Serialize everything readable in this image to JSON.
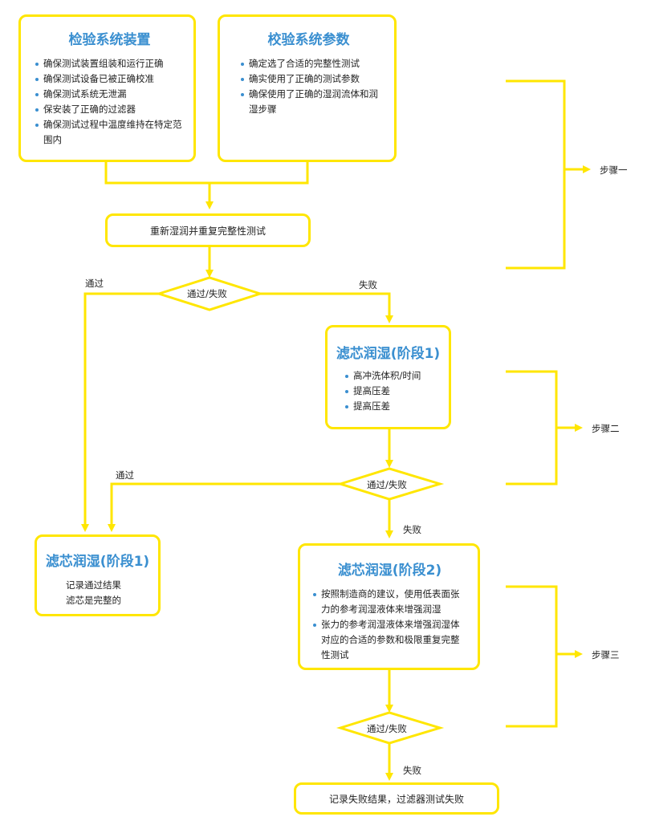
{
  "colors": {
    "line": "#FFE600",
    "title": "#3A8FD0",
    "text": "#222222"
  },
  "box_inspect": {
    "title": "检验系统装置",
    "items": [
      "确保测试装置组装和运行正确",
      "确保测试设备已被正确校准",
      "确保测试系统无泄漏",
      "保安装了正确的过滤器",
      "确保测试过程中温度维持在特定范围内"
    ]
  },
  "box_verify": {
    "title": "校验系统参数",
    "items": [
      "确定选了合适的完整性测试",
      "确实使用了正确的测试参数",
      "确保使用了正确的湿润流体和润湿步骤"
    ]
  },
  "box_rewet": {
    "text": "重新湿润并重复完整性测试"
  },
  "decision1": {
    "text": "通过/失败",
    "pass_label": "通过",
    "fail_label": "失败"
  },
  "box_stage1_right": {
    "title": "滤芯润湿(阶段1)",
    "items": [
      "高冲洗体积/时间",
      "提高压差",
      "提高压差"
    ]
  },
  "decision2": {
    "text": "通过/失败",
    "pass_label": "通过",
    "fail_label": "失败"
  },
  "box_stage1_left": {
    "title": "滤芯润湿(阶段1)",
    "lines": [
      "记录通过结果",
      "滤芯是完整的"
    ]
  },
  "box_stage2": {
    "title": "滤芯润湿(阶段2)",
    "items": [
      "按照制造商的建议，使用低表面张力的参考润湿液体来增强润湿",
      "张力的参考润湿液体来增强润湿体对应的合适的参数和极限重复完整性测试"
    ]
  },
  "decision3": {
    "text": "通过/失败",
    "fail_label": "失败"
  },
  "box_fail": {
    "text": "记录失败结果，过滤器测试失败"
  },
  "steps": [
    "步骤一",
    "步骤二",
    "步骤三"
  ]
}
